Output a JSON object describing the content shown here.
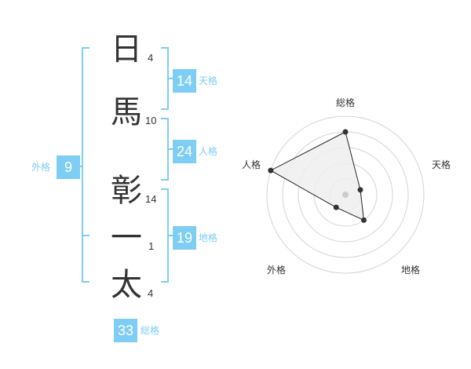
{
  "name": {
    "characters": [
      {
        "char": "日",
        "strokes": "4"
      },
      {
        "char": "馬",
        "strokes": "10"
      },
      {
        "char": "彰",
        "strokes": "14"
      },
      {
        "char": "一",
        "strokes": "1"
      },
      {
        "char": "太",
        "strokes": "4"
      }
    ]
  },
  "scores": {
    "tenkaku": {
      "value": "14",
      "label": "天格"
    },
    "jinkaku": {
      "value": "24",
      "label": "人格"
    },
    "chikaku": {
      "value": "19",
      "label": "地格"
    },
    "gaikaku": {
      "value": "9",
      "label": "外格"
    },
    "soukaku": {
      "value": "33",
      "label": "総格"
    }
  },
  "radar": {
    "axes": [
      "総格",
      "天格",
      "地格",
      "外格",
      "人格"
    ],
    "levels": 5,
    "values": [
      4,
      1,
      2,
      1,
      5
    ],
    "max": 5,
    "colors": {
      "grid": "#d4d4d4",
      "fill": "#eeeeee",
      "line": "#222222",
      "point": "#333333",
      "center": "#cccccc"
    }
  },
  "colors": {
    "accent": "#7ecdf4",
    "text": "#333333"
  }
}
